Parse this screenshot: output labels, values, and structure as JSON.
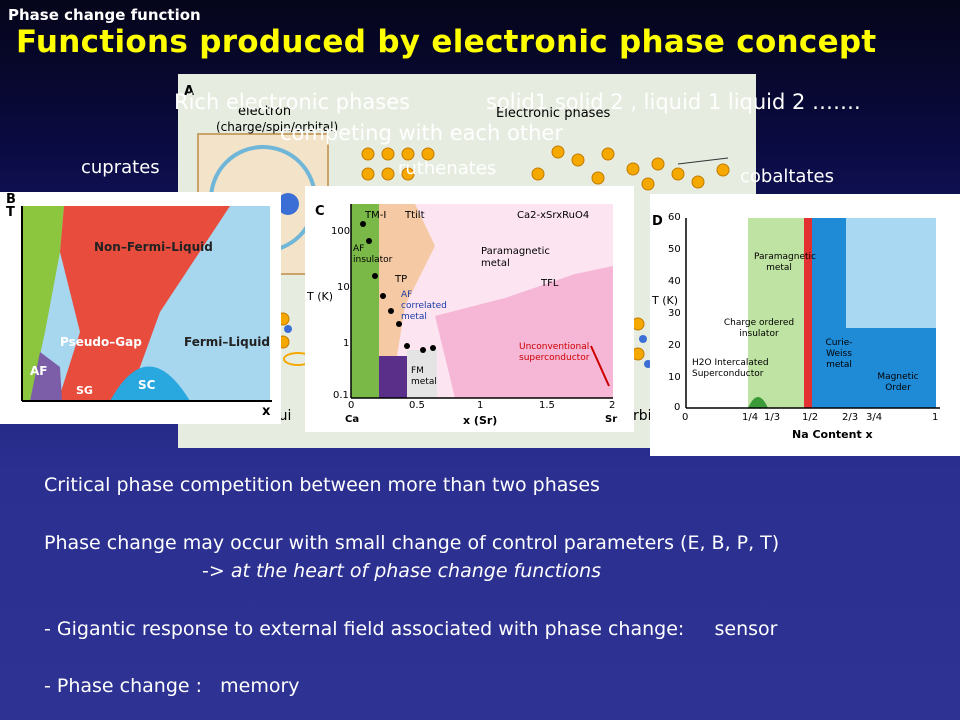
{
  "header": {
    "section_label": "Phase change function",
    "title": "Functions produced by electronic phase concept"
  },
  "figure_labels": {
    "rich_phases": "Rich electronic phases",
    "phase_list": "solid1 solid 2 , liquid 1  liquid 2 …….",
    "competing": "competing with each other",
    "cuprates": "cuprates",
    "ruthenates": "ruthenates",
    "cobaltates": "cobaltates"
  },
  "panel_a": {
    "letter": "A",
    "electron": "electron",
    "electron_dof": "(charge/spin/orbital)",
    "electronic_phases": "Electronic phases",
    "fragment_left": "rflui",
    "fragment_right": "rbi"
  },
  "panel_b": {
    "letter": "B",
    "axis_t": "T",
    "axis_x": "x",
    "regions": [
      "Non–Fermi–Liquid",
      "Pseudo–Gap",
      "Fermi–Liquid",
      "AF",
      "SG",
      "SC"
    ]
  },
  "panel_c": {
    "letter": "C",
    "formula": "Ca2-xSrxRuO4",
    "y_label": "T (K)",
    "x_label": "x (Sr)",
    "y_ticks": [
      "100",
      "10",
      "1",
      "0.1"
    ],
    "x_ticks": [
      "0",
      "0.5",
      "1",
      "1.5",
      "2"
    ],
    "x_end_left": "Ca",
    "x_end_right": "Sr",
    "markers": [
      "TM-I",
      "Ttilt",
      "TP",
      "TFL"
    ],
    "regions": [
      "AF insulator",
      "AF correlated metal",
      "Paramagnetic metal",
      "FM metal",
      "Unconventional superconductor"
    ]
  },
  "panel_d": {
    "letter": "D",
    "y_label": "T (K)",
    "x_label": "Na Content x",
    "y_ticks": [
      "60",
      "50",
      "40",
      "30",
      "20",
      "10",
      "0"
    ],
    "x_ticks": [
      "0",
      "1/4",
      "1/3",
      "1/2",
      "2/3",
      "3/4",
      "1"
    ],
    "regions": [
      "Paramagnetic metal",
      "Charge ordered insulator",
      "H2O Intercalated Superconductor",
      "Curie-Weiss metal",
      "Magnetic Order"
    ]
  },
  "body": {
    "line1": "Critical phase competition between more than two phases",
    "line2": "Phase change may occur with small change of control parameters (E, B, P, T)",
    "line3_arrow": "->",
    "line3_rest": "at the heart of phase change functions",
    "line4": "- Gigantic response to external field associated with phase change:     sensor",
    "line5": "- Phase change :   memory"
  },
  "colors": {
    "title": "#ffff00",
    "bg_bottom": "#2e3293"
  }
}
